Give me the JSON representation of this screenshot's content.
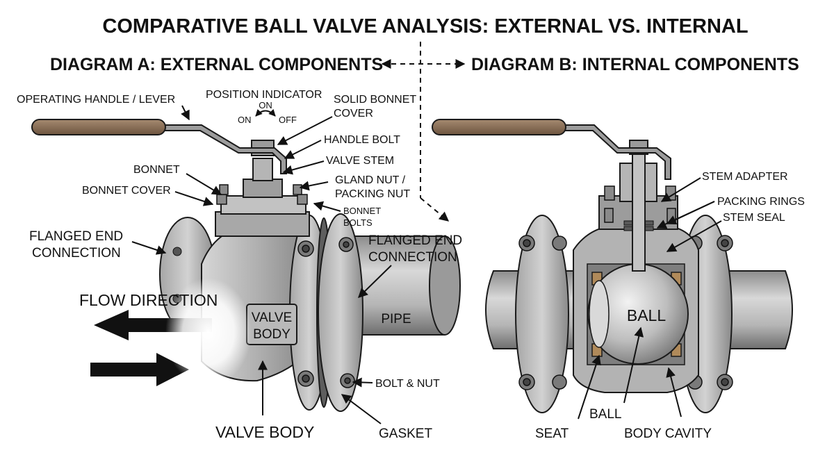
{
  "title": "COMPARATIVE BALL VALVE ANALYSIS: EXTERNAL VS. INTERNAL",
  "diagram_a": {
    "heading": "DIAGRAM A: EXTERNAL COMPONENTS",
    "labels": {
      "operating_handle": "OPERATING HANDLE / LEVER",
      "position_indicator": "POSITION INDICATOR",
      "on_top": "ON",
      "on_left": "ON",
      "off_right": "OFF",
      "solid_bonnet_cover_1": "SOLID BONNET",
      "solid_bonnet_cover_2": "COVER",
      "handle_bolt": "HANDLE BOLT",
      "valve_stem": "VALVE STEM",
      "gland_nut_1": "GLAND NUT /",
      "gland_nut_2": "PACKING NUT",
      "bonnet": "BONNET",
      "bonnet_cover": "BONNET COVER",
      "bonnet_bolts_1": "BONNET",
      "bonnet_bolts_2": "BOLTS",
      "flanged_end_left_1": "FLANGED END",
      "flanged_end_left_2": "CONNECTION",
      "flanged_end_right_1": "FLANGED END",
      "flanged_end_right_2": "CONNECTION",
      "flow_direction": "FLOW DIRECTION",
      "valve_body_plate_1": "VALVE",
      "valve_body_plate_2": "BODY",
      "pipe": "PIPE",
      "bolt_nut": "BOLT & NUT",
      "valve_body": "VALVE BODY",
      "gasket": "GASKET"
    }
  },
  "diagram_b": {
    "heading": "DIAGRAM B: INTERNAL COMPONENTS",
    "labels": {
      "stem_adapter": "STEM ADAPTER",
      "packing_rings": "PACKING RINGS",
      "stem_seal": "STEM SEAL",
      "ball_center": "BALL",
      "seat": "SEAT",
      "ball_bottom": "BALL",
      "body_cavity": "BODY CAVITY"
    }
  },
  "colors": {
    "metal_light": "#c9c9c9",
    "metal_mid": "#a3a3a3",
    "metal_dark": "#6f6f6f",
    "handle_grip": "#8a6e55",
    "seat_brown": "#b08a5a",
    "outline": "#1a1a1a"
  }
}
